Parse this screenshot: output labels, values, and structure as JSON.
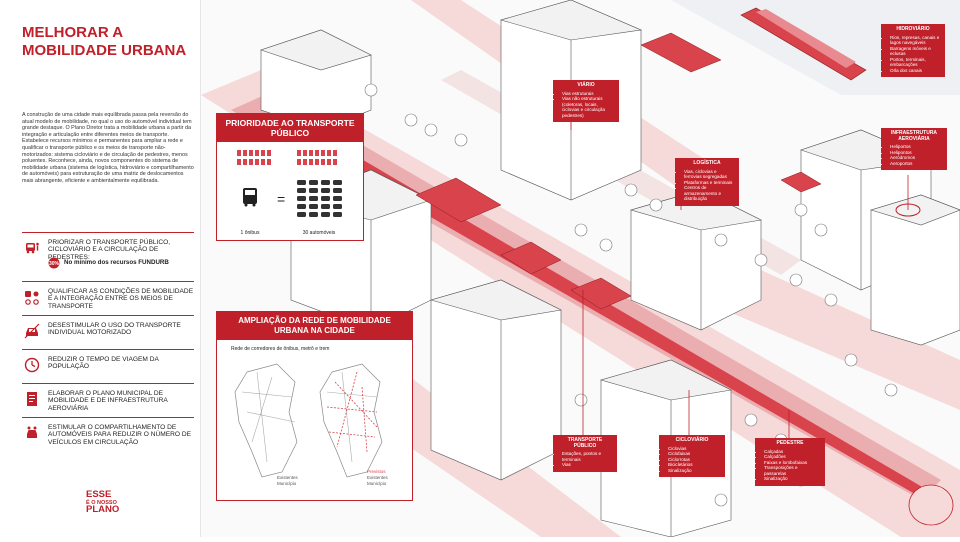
{
  "sidebar": {
    "title": "Melhorar a mobilidade urbana",
    "intro": "A construção de uma cidade mais equilibrada passa pela reversão do atual modelo de mobilidade, no qual o uso do automóvel individual tem grande destaque. O Plano Diretor trata a mobilidade urbana a partir da integração e articulação entre diferentes meios de transporte. Estabelece recursos mínimos e permanentes para ampliar a rede e qualificar o transporte público e os meios de transporte não-motorizados: sistema cicloviário e de circulação de pedestres, menos poluentes. Reconhece, ainda, novos componentes do sistema de mobilidade urbana (sistema de logística, hidroviário e compartilhamento de automóveis) para estruturação de uma matriz de deslocamentos mais abrangente, eficiente e ambientalmente equilibrada.",
    "goals": [
      {
        "text": "Priorizar o transporte público, cicloviário e a circulação de pedestres:",
        "icon": "bus-bike-pedestrian-icon"
      },
      {
        "text": "Qualificar as condições de mobilidade e a integração entre os meios de transporte",
        "icon": "integration-icon"
      },
      {
        "text": "Desestimular o uso do transporte individual motorizado",
        "icon": "car-icon"
      },
      {
        "text": "Reduzir o tempo de viagem da população",
        "icon": "clock-icon"
      },
      {
        "text": "Elaborar o plano municipal de mobilidade e de infraestrutura aeroviária",
        "icon": "document-icon"
      },
      {
        "text": "Estimular o compartilhamento de automóveis para reduzir o número de veículos em circulação",
        "icon": "car-sharing-icon"
      }
    ],
    "subnote": "No mínimo dos recursos FUNDURB",
    "subnote_badge": "30%",
    "logo": {
      "line1": "ESSE",
      "line2": "É O NOSSO",
      "line3": "PLANO"
    }
  },
  "priority_panel": {
    "title": "Prioridade ao transporte público",
    "equals": "=",
    "bus_label": "1 ônibus",
    "cars_label": "30 automóveis"
  },
  "network_panel": {
    "title": "Ampliação da rede de mobilidade urbana na cidade",
    "subtitle": "Rede de corredores de ônibus, metrô e trem",
    "legend_left": [
      "Existentes",
      "Município"
    ],
    "legend_right": [
      "Previstos",
      "Existentes",
      "Município"
    ]
  },
  "callouts": {
    "viario": {
      "title": "Viário",
      "items": [
        "Vias estruturais",
        "Vias não estruturais (coletoras, locais, ciclovias e circulação pedestres)"
      ]
    },
    "hidroviario": {
      "title": "Hidroviário",
      "items": [
        "Rios, represas, canais e lagos navegáveis",
        "Barragens móveis e eclusas",
        "Portos, terminais, embarcações",
        "Orla dos canais"
      ]
    },
    "aeroviaria": {
      "title": "Infraestrutura aeroviária",
      "items": [
        "Heliportos",
        "Helipontos",
        "Aeródromos",
        "Aeroportos"
      ]
    },
    "logistica": {
      "title": "Logística",
      "items": [
        "Vias, ciclovias e ferrovias segregadas",
        "Plataformas e terminais",
        "Centros de armazenamento e distribuição"
      ]
    },
    "transporte": {
      "title": "Transporte público",
      "items": [
        "Estações, pontos e terminais",
        "Vias"
      ]
    },
    "cicloviario": {
      "title": "Cicloviário",
      "items": [
        "Ciclovias",
        "Ciclofaixas",
        "Ciclorrotas",
        "Bicicletários",
        "Sinalização"
      ]
    },
    "pedestre": {
      "title": "Pedestre",
      "items": [
        "Calçadas",
        "Calçadões",
        "Faixas e lombofaixas",
        "Transposições e passarelas",
        "Sinalização"
      ]
    }
  },
  "colors": {
    "accent": "#c0202a",
    "road_pink": "#f2c9c9",
    "lane_red": "#d9434b"
  }
}
